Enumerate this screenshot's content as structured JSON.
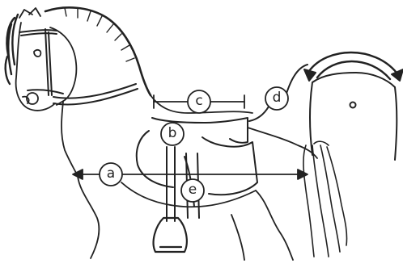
{
  "diagram": {
    "labels": {
      "a": "a",
      "b": "b",
      "c": "c",
      "d": "d",
      "e": "e"
    },
    "icons": {
      "horse": "rocking-horse-outline-icon",
      "saddle": "saddle-icon",
      "stirrup": "stirrup-icon",
      "measure": "double-arrow-icon"
    }
  }
}
